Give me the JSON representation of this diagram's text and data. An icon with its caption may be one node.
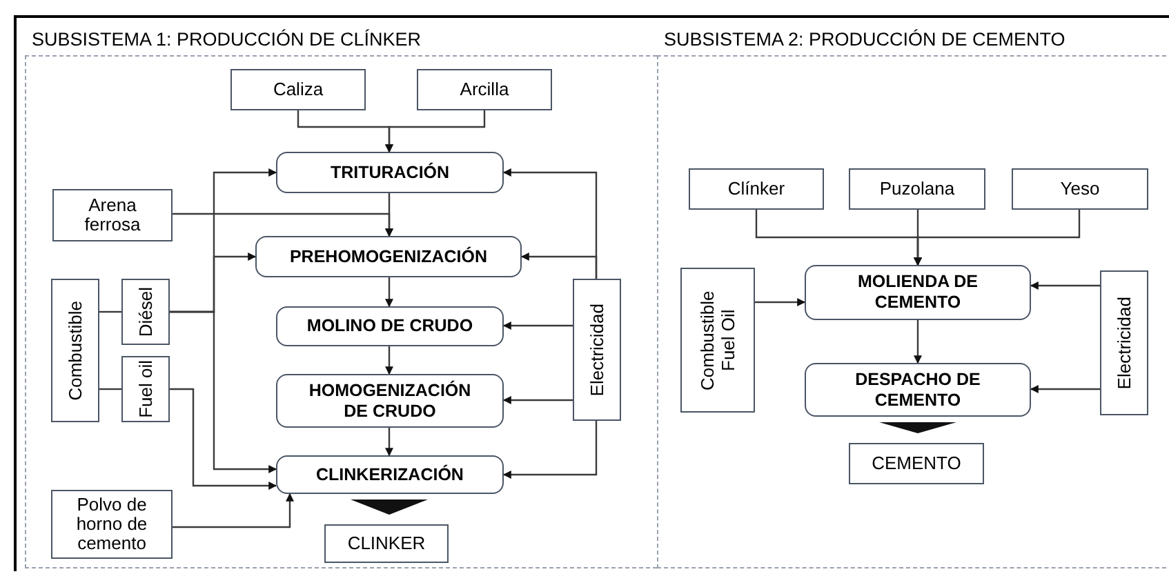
{
  "diagram": {
    "nodes": [
      {
        "text": [
          "SUBSISTEMA 1: PRODUCCIÓN DE CLÍNKER"
        ]
      },
      {
        "text": [
          "Caliza"
        ],
        "in": 0
      },
      {
        "text": [
          "Arcilla"
        ],
        "in": 0
      },
      {
        "text": [
          "TRITURACIÓN"
        ],
        "in": 0
      },
      {
        "text": [
          "Arena ferrosa"
        ],
        "in": 0
      },
      {
        "text": [
          "PREHOMOGENIZACIÓN"
        ],
        "in": 0
      },
      {
        "text": [
          "Combustible"
        ],
        "in": 0
      },
      {
        "text": [
          "Diésel"
        ],
        "in": 0
      },
      {
        "text": [
          "Fuel oil"
        ],
        "in": 0
      },
      {
        "text": [
          "MOLINO DE CRUDO"
        ],
        "in": 0
      },
      {
        "text": [
          "HOMOGENIZACIÓN DE CRUDO"
        ],
        "in": 0
      },
      {
        "text": [
          "Electricidad"
        ],
        "in": 0
      },
      {
        "text": [
          "CLINKERIZACIÓN"
        ],
        "in": 0
      },
      {
        "text": [
          "Polvo de horno de cemento"
        ],
        "in": 0
      },
      {
        "text": [
          "CLINKER"
        ],
        "in": 0
      },
      {
        "text": [
          "SUBSISTEMA 2: PRODUCCIÓN DE CEMENTO"
        ]
      },
      {
        "text": [
          "Clínker"
        ],
        "in": 15
      },
      {
        "text": [
          "Puzolana"
        ],
        "in": 15
      },
      {
        "text": [
          "Yeso"
        ],
        "in": 15
      },
      {
        "text": [
          "Combustible Fuel Oil"
        ],
        "in": 15
      },
      {
        "text": [
          "MOLIENDA DE CEMENTO"
        ],
        "in": 15
      },
      {
        "text": [
          "Electricidad"
        ],
        "in": 15
      },
      {
        "text": [
          "DESPACHO DE CEMENTO"
        ],
        "in": 15
      },
      {
        "text": [
          "CEMENTO"
        ],
        "in": 15
      }
    ],
    "edges": [
      {
        "from": 1,
        "to": 3,
        "arrow": "to"
      },
      {
        "from": 2,
        "to": 3,
        "arrow": "to"
      },
      {
        "from": 3,
        "to": 5,
        "arrow": "to"
      },
      {
        "from": 4,
        "to": 5,
        "arrow": "to"
      },
      {
        "from": 6,
        "to": 7,
        "arrow": "none"
      },
      {
        "from": 6,
        "to": 8,
        "arrow": "none"
      },
      {
        "from": 7,
        "to": 3,
        "arrow": "to"
      },
      {
        "from": 7,
        "to": 5,
        "arrow": "to"
      },
      {
        "from": 7,
        "to": 12,
        "arrow": "to"
      },
      {
        "from": 8,
        "to": 12,
        "arrow": "to"
      },
      {
        "from": 13,
        "to": 12,
        "arrow": "to"
      },
      {
        "from": 5,
        "to": 9,
        "arrow": "to"
      },
      {
        "from": 9,
        "to": 10,
        "arrow": "to"
      },
      {
        "from": 10,
        "to": 12,
        "arrow": "to"
      },
      {
        "from": 11,
        "to": 3,
        "arrow": "to"
      },
      {
        "from": 11,
        "to": 5,
        "arrow": "to"
      },
      {
        "from": 11,
        "to": 9,
        "arrow": "to"
      },
      {
        "from": 11,
        "to": 10,
        "arrow": "to"
      },
      {
        "from": 11,
        "to": 12,
        "arrow": "to"
      },
      {
        "from": 12,
        "to": 14,
        "arrow": "to",
        "style": "thick"
      },
      {
        "from": 16,
        "to": 20,
        "arrow": "to"
      },
      {
        "from": 17,
        "to": 20,
        "arrow": "to"
      },
      {
        "from": 18,
        "to": 20,
        "arrow": "to"
      },
      {
        "from": 19,
        "to": 20,
        "arrow": "to"
      },
      {
        "from": 21,
        "to": 20,
        "arrow": "to"
      },
      {
        "from": 21,
        "to": 22,
        "arrow": "to"
      },
      {
        "from": 20,
        "to": 22,
        "arrow": "to"
      },
      {
        "from": 22,
        "to": 23,
        "arrow": "to",
        "style": "thick"
      }
    ]
  }
}
